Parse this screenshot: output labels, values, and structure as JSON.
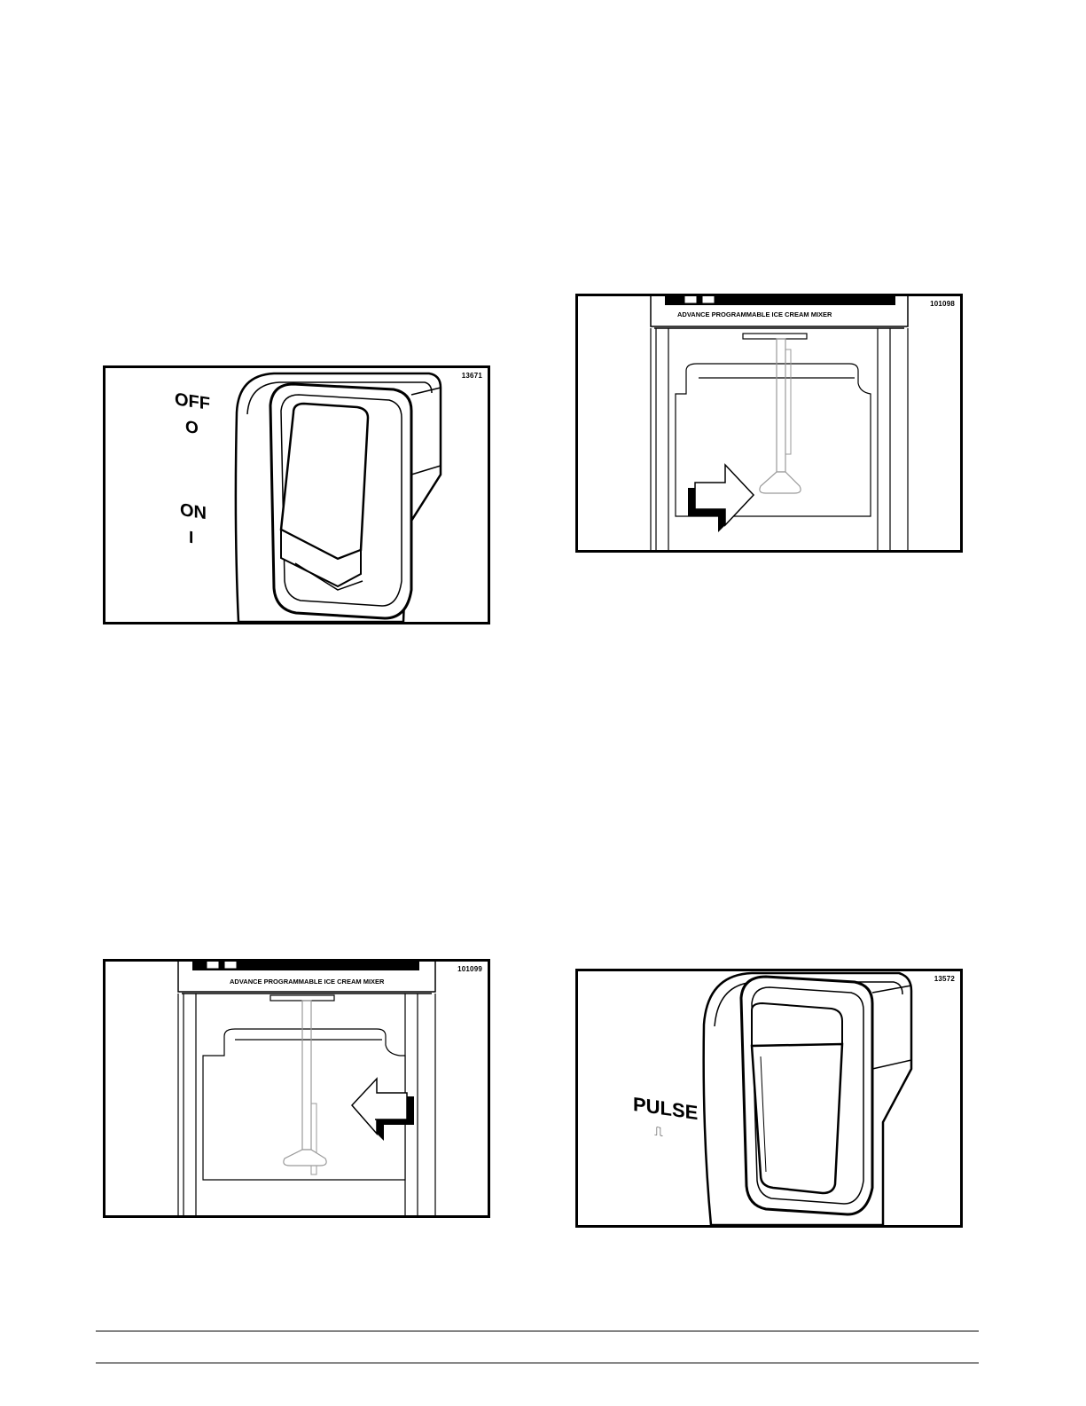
{
  "figures": {
    "power_switch": {
      "id": "13671",
      "off_label": "OFF",
      "off_symbol": "O",
      "on_label": "ON",
      "on_symbol": "I"
    },
    "mixer_lowered": {
      "id": "101098",
      "panel_title": "ADVANCE PROGRAMMABLE ICE CREAM MIXER"
    },
    "mixer_raised": {
      "id": "101099",
      "panel_title": "ADVANCE PROGRAMMABLE ICE CREAM MIXER"
    },
    "pulse_switch": {
      "id": "13572",
      "pulse_label": "PULSE",
      "pulse_symbol": "⎍"
    }
  }
}
